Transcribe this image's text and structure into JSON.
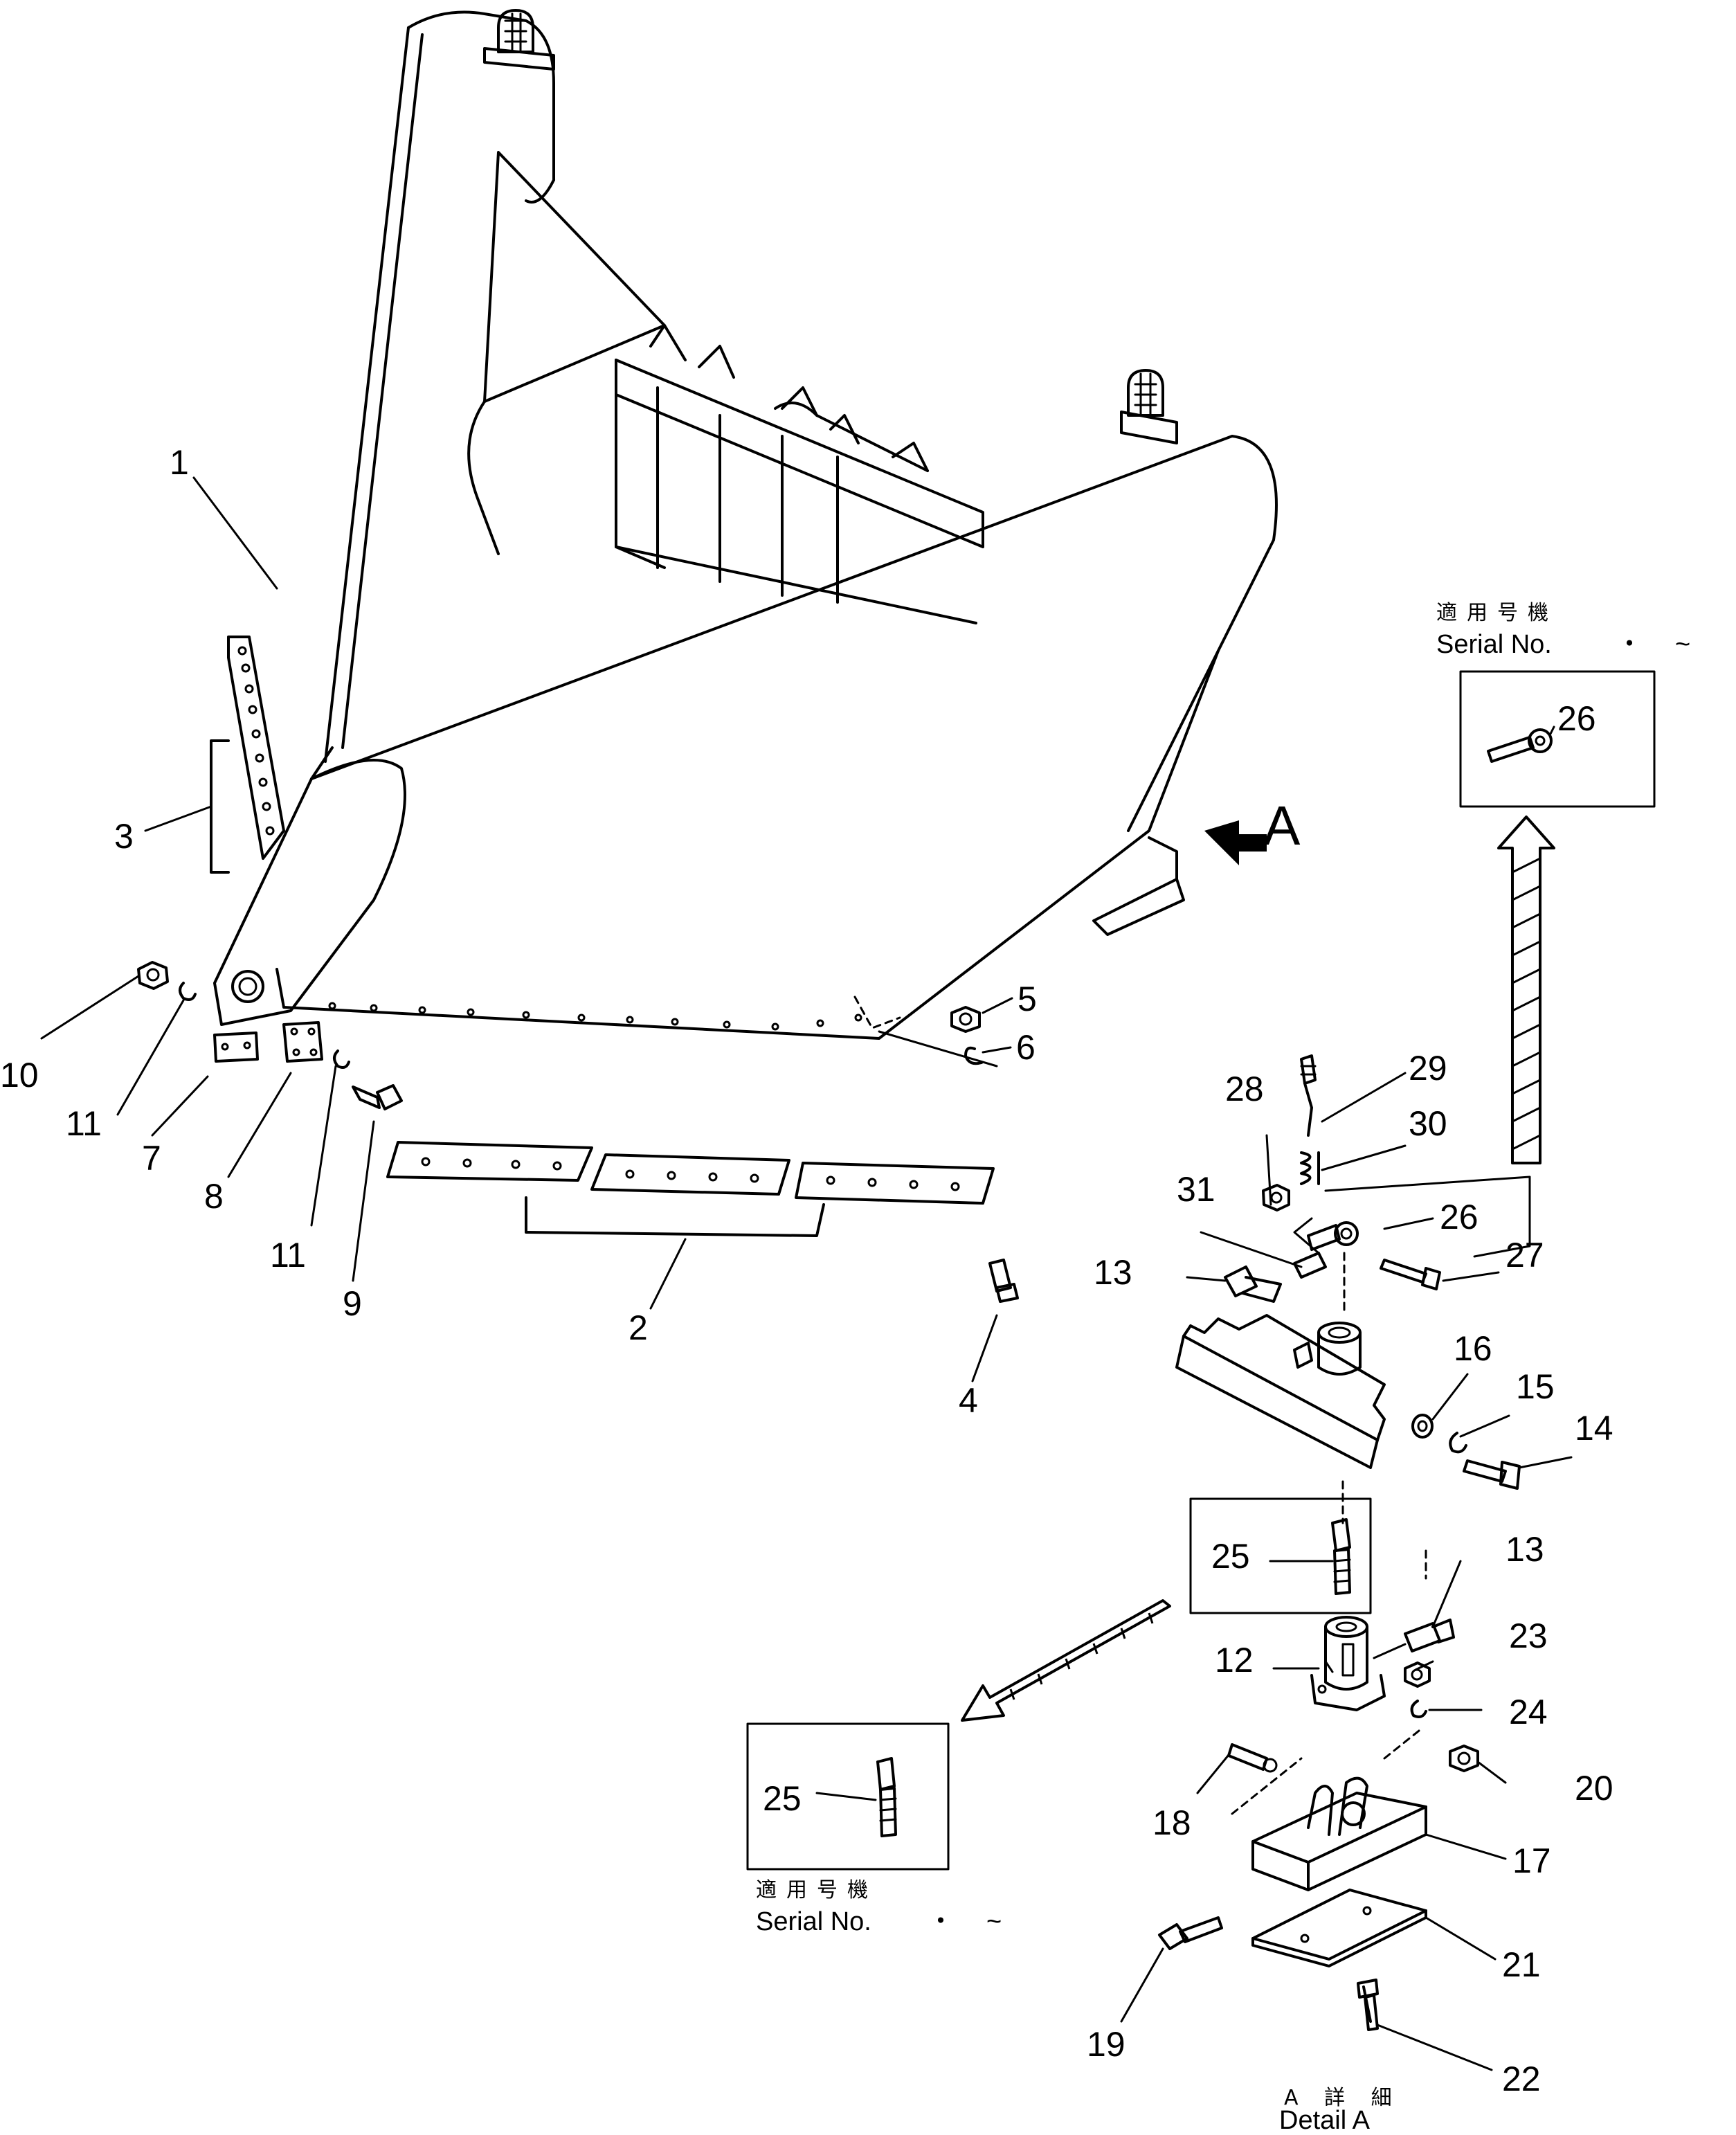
{
  "callouts": {
    "n1": "1",
    "n2": "2",
    "n3": "3",
    "n4": "4",
    "n5": "5",
    "n6": "6",
    "n7": "7",
    "n8": "8",
    "n9": "9",
    "n10": "10",
    "n11a": "11",
    "n11b": "11",
    "n12": "12",
    "n13a": "13",
    "n13b": "13",
    "n14": "14",
    "n15": "15",
    "n16": "16",
    "n17": "17",
    "n18": "18",
    "n19": "19",
    "n20": "20",
    "n21": "21",
    "n22": "22",
    "n23": "23",
    "n24": "24",
    "n25a": "25",
    "n25b": "25",
    "n26a": "26",
    "n26b": "26",
    "n27": "27",
    "n28": "28",
    "n29": "29",
    "n30": "30",
    "n31": "31"
  },
  "view_marker": "A",
  "serial_box_top": {
    "jp": "適用号機",
    "en": "Serial No.",
    "dot": "・",
    "range": "~"
  },
  "serial_box_bottom": {
    "jp": "適用号機",
    "en": "Serial No.",
    "dot": "・",
    "range": "~"
  },
  "detail_caption": {
    "jp": "A 詳 細",
    "en": "Detail A"
  }
}
